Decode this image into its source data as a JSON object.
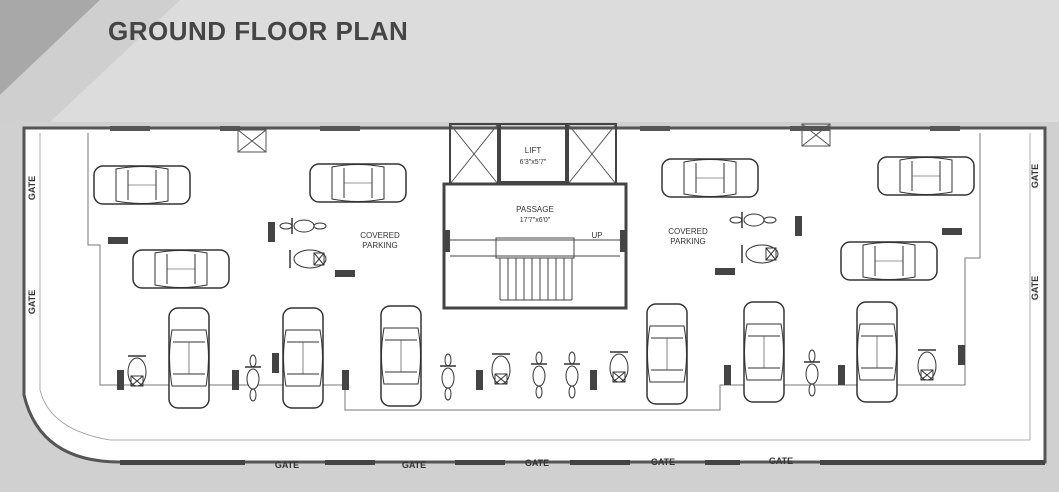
{
  "title": "GROUND FLOOR PLAN",
  "labels": {
    "lift": "LIFT",
    "lift_size": "6'3\"x5'7\"",
    "passage": "PASSAGE",
    "passage_size": "17'7\"x6'0\"",
    "up": "UP",
    "covered": "COVERED",
    "parking": "PARKING",
    "gate": "GATE"
  },
  "colors": {
    "background": "#dcdcdc",
    "floor": "#ffffff",
    "wall": "#555555",
    "dark_band": "#474747",
    "text": "#333333"
  }
}
